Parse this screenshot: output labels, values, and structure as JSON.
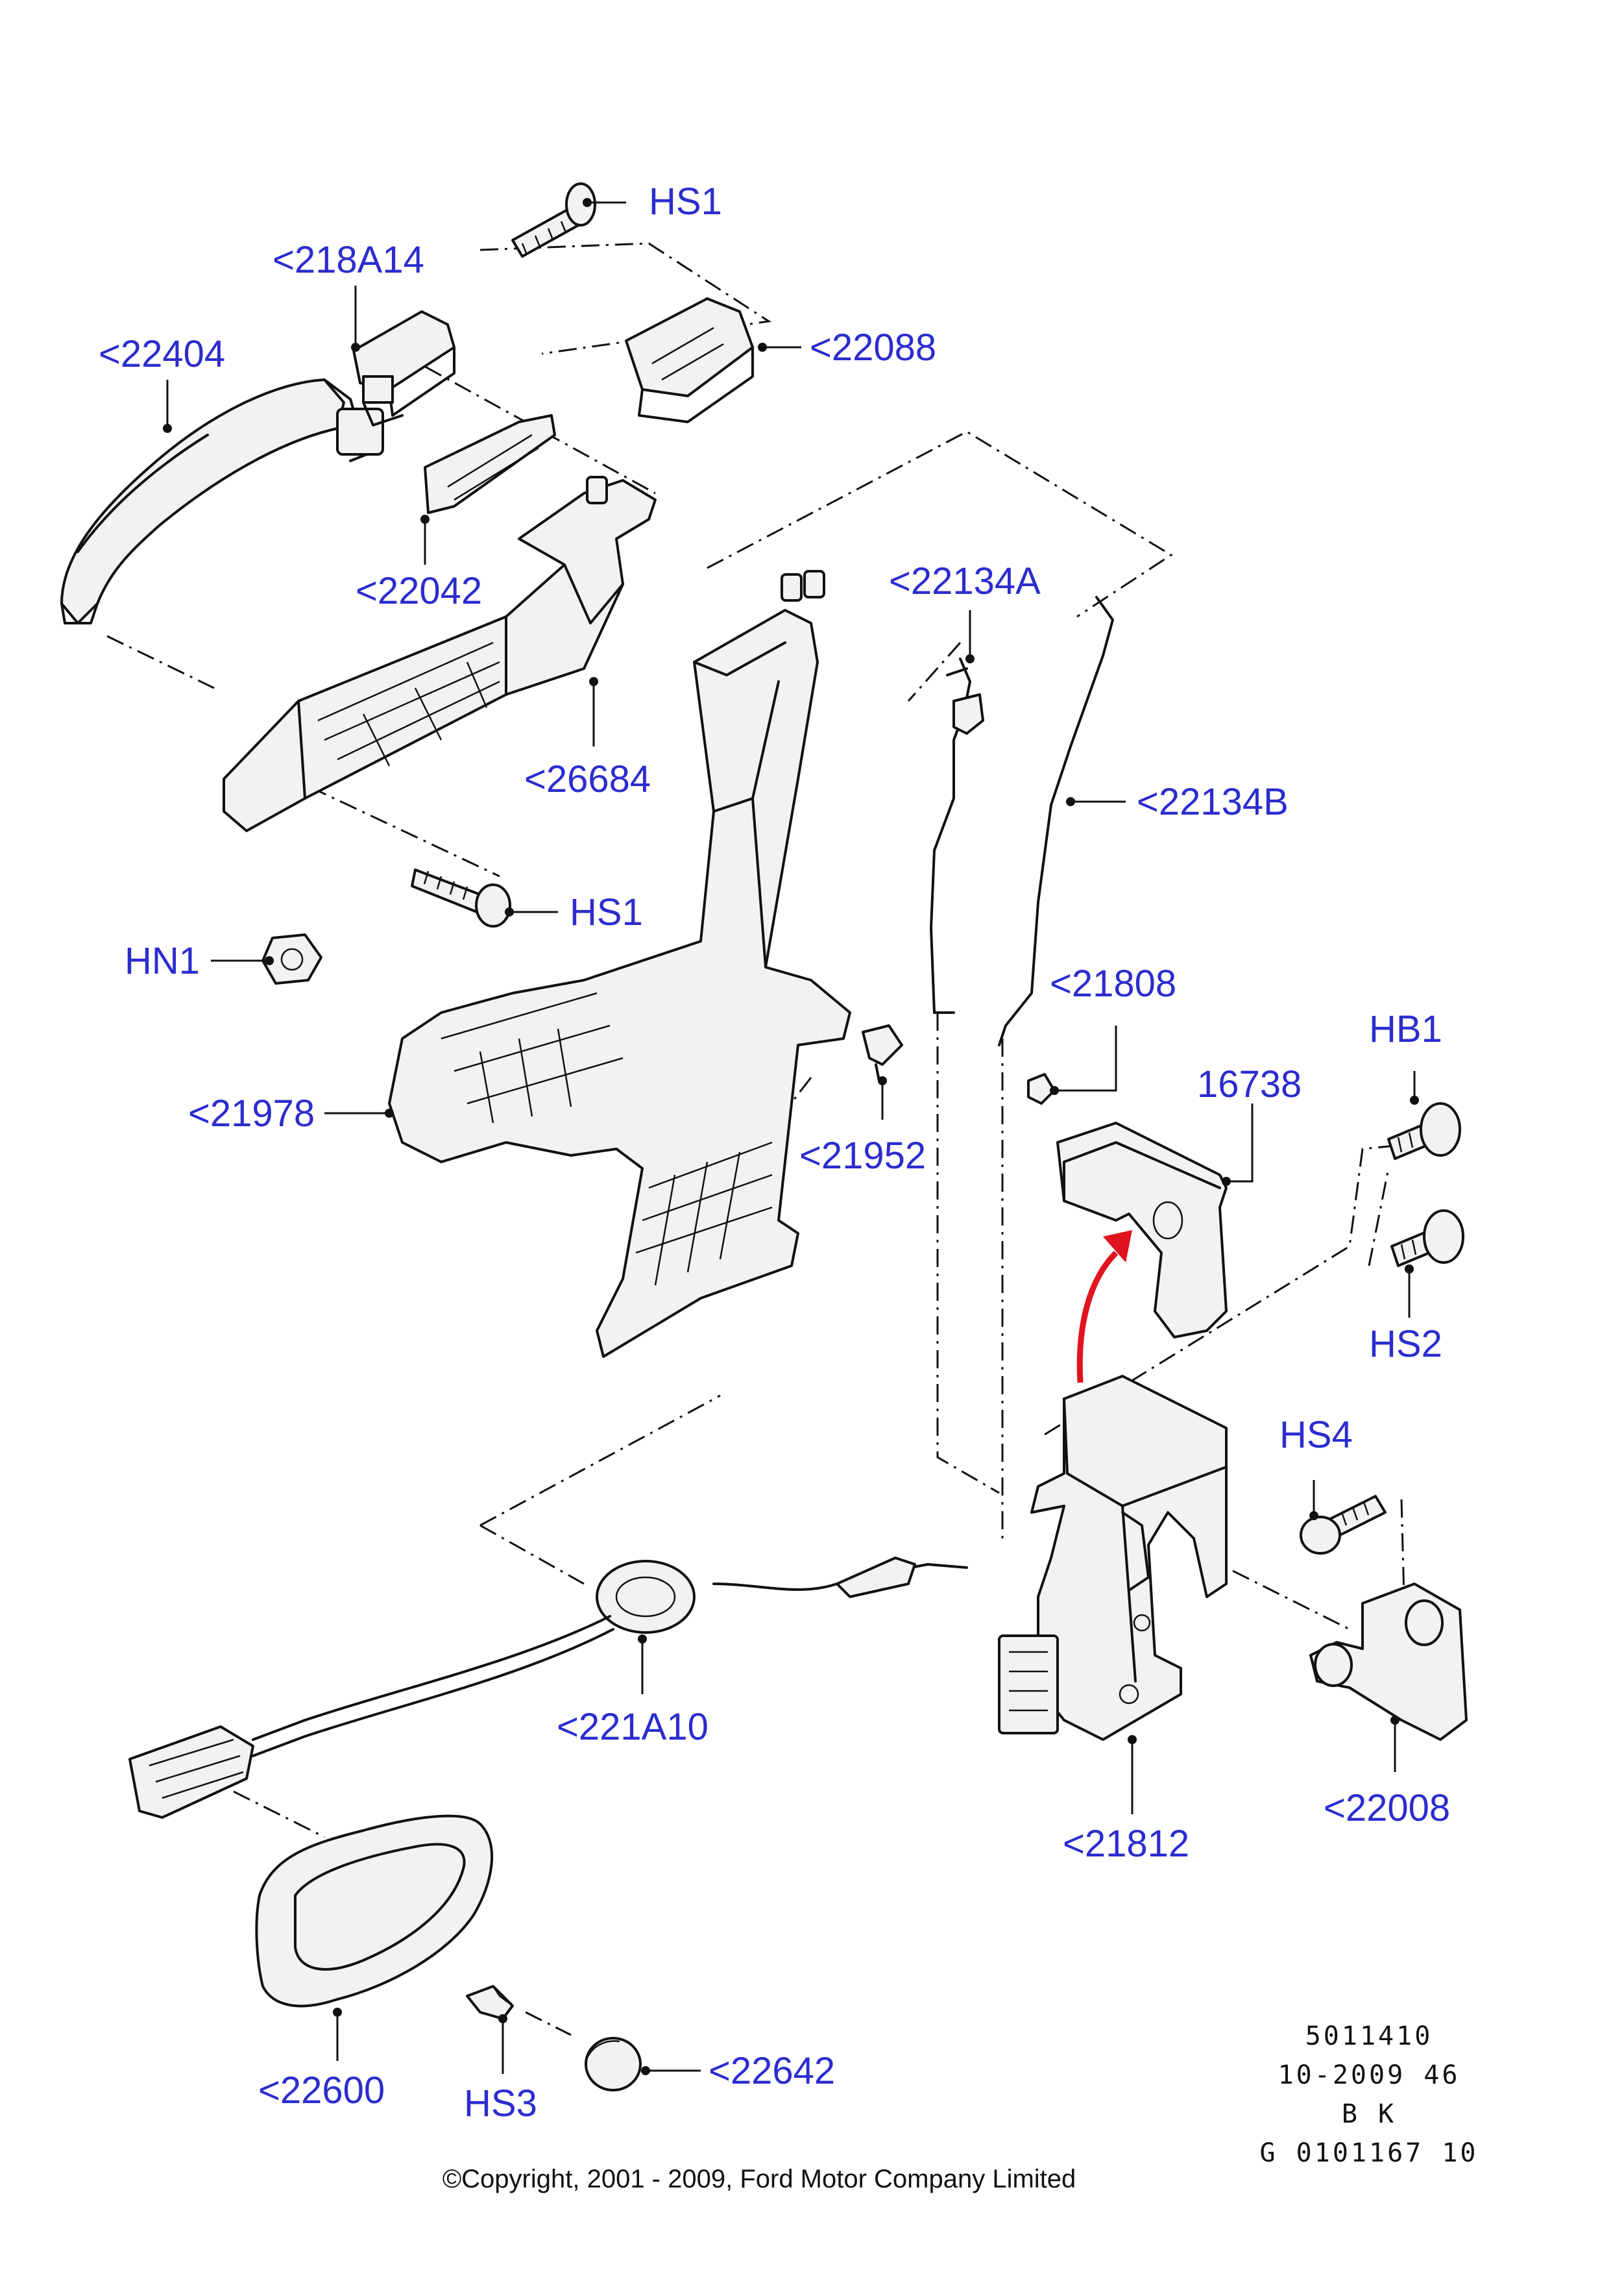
{
  "callouts": {
    "hs1_top": "HS1",
    "c218a14": "<218A14",
    "c22088": "<22088",
    "c22404": "<22404",
    "c22042": "<22042",
    "c26684": "<26684",
    "c22134a": "<22134A",
    "c22134b": "<22134B",
    "hs1_mid": "HS1",
    "hn1": "HN1",
    "c21808": "<21808",
    "hb1": "HB1",
    "p16738": "16738",
    "c21978": "<21978",
    "c21952": "<21952",
    "hs2": "HS2",
    "hs4": "HS4",
    "c221a10": "<221A10",
    "c22008": "<22008",
    "c21812": "<21812",
    "c22600": "<22600",
    "c22642": "<22642",
    "hs3": "HS3"
  },
  "reference": {
    "line1": "5011410",
    "line2": "10-2009 46",
    "line3": "B K",
    "line4": "G 0101167 10"
  },
  "copyright": "©Copyright, 2001 - 2009, Ford Motor Company Limited",
  "colors": {
    "callout_text": "#2c2ccf",
    "arrow": "#e0141e",
    "line": "#111111"
  }
}
